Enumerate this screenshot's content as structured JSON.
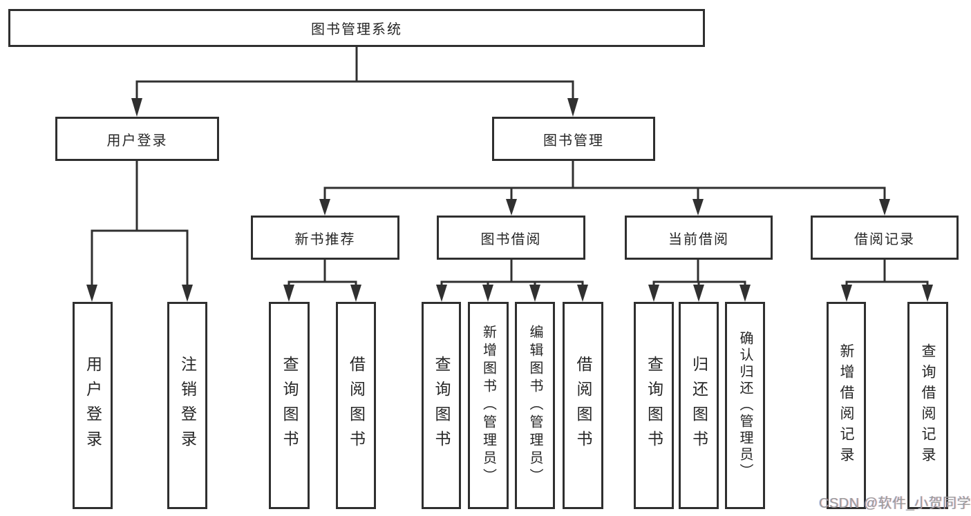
{
  "title": "图书管理系统",
  "tree": {
    "label": "图书管理系统",
    "children": [
      {
        "label": "用户登录",
        "children": [
          {
            "label": "用户登录"
          },
          {
            "label": "注销登录"
          }
        ]
      },
      {
        "label": "图书管理",
        "children": [
          {
            "label": "新书推荐",
            "children": [
              {
                "label": "查询图书"
              },
              {
                "label": "借阅图书"
              }
            ]
          },
          {
            "label": "图书借阅",
            "children": [
              {
                "label": "查询图书"
              },
              {
                "label": "新增图书（管理员）"
              },
              {
                "label": "编辑图书（管理员）"
              },
              {
                "label": "借阅图书"
              }
            ]
          },
          {
            "label": "当前借阅",
            "children": [
              {
                "label": "查询图书"
              },
              {
                "label": "归还图书"
              },
              {
                "label": "确认归还（管理员）"
              }
            ]
          },
          {
            "label": "借阅记录",
            "children": [
              {
                "label": "新增借阅记录"
              },
              {
                "label": "查询借阅记录"
              }
            ]
          }
        ]
      }
    ]
  },
  "watermark": "CSDN @软件_小贺同学",
  "colors": {
    "line": "#303030",
    "box_border": "#2f2f2f",
    "text": "#262626",
    "watermark": "#9b9b9b",
    "background": "#ffffff"
  }
}
